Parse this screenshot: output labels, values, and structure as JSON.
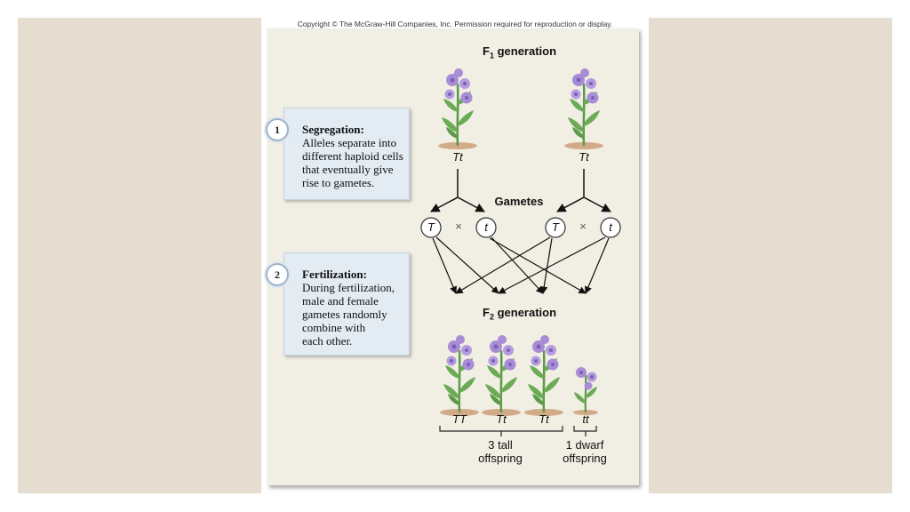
{
  "copyright": "Copyright © The McGraw-Hill Companies, Inc. Permission required for reproduction or display.",
  "f1_label_prefix": "F",
  "f1_label_sub": "1",
  "f1_label_suffix": " generation",
  "f1_genotypes": [
    "Tt",
    "Tt"
  ],
  "gametes_label": "Gametes",
  "gametes": [
    "T",
    "t",
    "T",
    "t"
  ],
  "cross_symbol": "×",
  "f2_label_prefix": "F",
  "f2_label_sub": "2",
  "f2_label_suffix": " generation",
  "f2_genotypes": [
    "TT",
    "Tt",
    "Tt",
    "tt"
  ],
  "tall_label": "3 tall\noffspring",
  "dwarf_label": "1 dwarf\noffspring",
  "steps": [
    {
      "number": "1",
      "title": "Segregation:",
      "body": "Alleles separate into\ndifferent haploid cells\nthat eventually give\nrise to gametes."
    },
    {
      "number": "2",
      "title": "Fertilization:",
      "body": "During fertilization,\nmale and female\ngametes randomly\ncombine with\neach other."
    }
  ],
  "colors": {
    "flower": "#a98cd6",
    "stem": "#5a9a48",
    "box": "#e3ebf3",
    "card": "#f1eee3",
    "slide": "#e4ddd0"
  }
}
